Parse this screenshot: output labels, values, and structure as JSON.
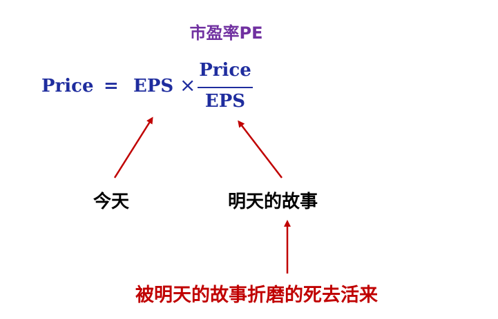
{
  "title": "市盈率PE",
  "formula": {
    "lhs": "Price",
    "equals": "=",
    "factor": "EPS",
    "times": "×",
    "numerator": "Price",
    "denominator": "EPS"
  },
  "labels": {
    "today": "今天",
    "tomorrow_story": "明天的故事"
  },
  "caption": "被明天的故事折磨的死去活来",
  "colors": {
    "title": "#7030a0",
    "formula": "#1f2d9e",
    "arrow": "#c00000",
    "caption": "#c00000",
    "label": "#000000"
  }
}
